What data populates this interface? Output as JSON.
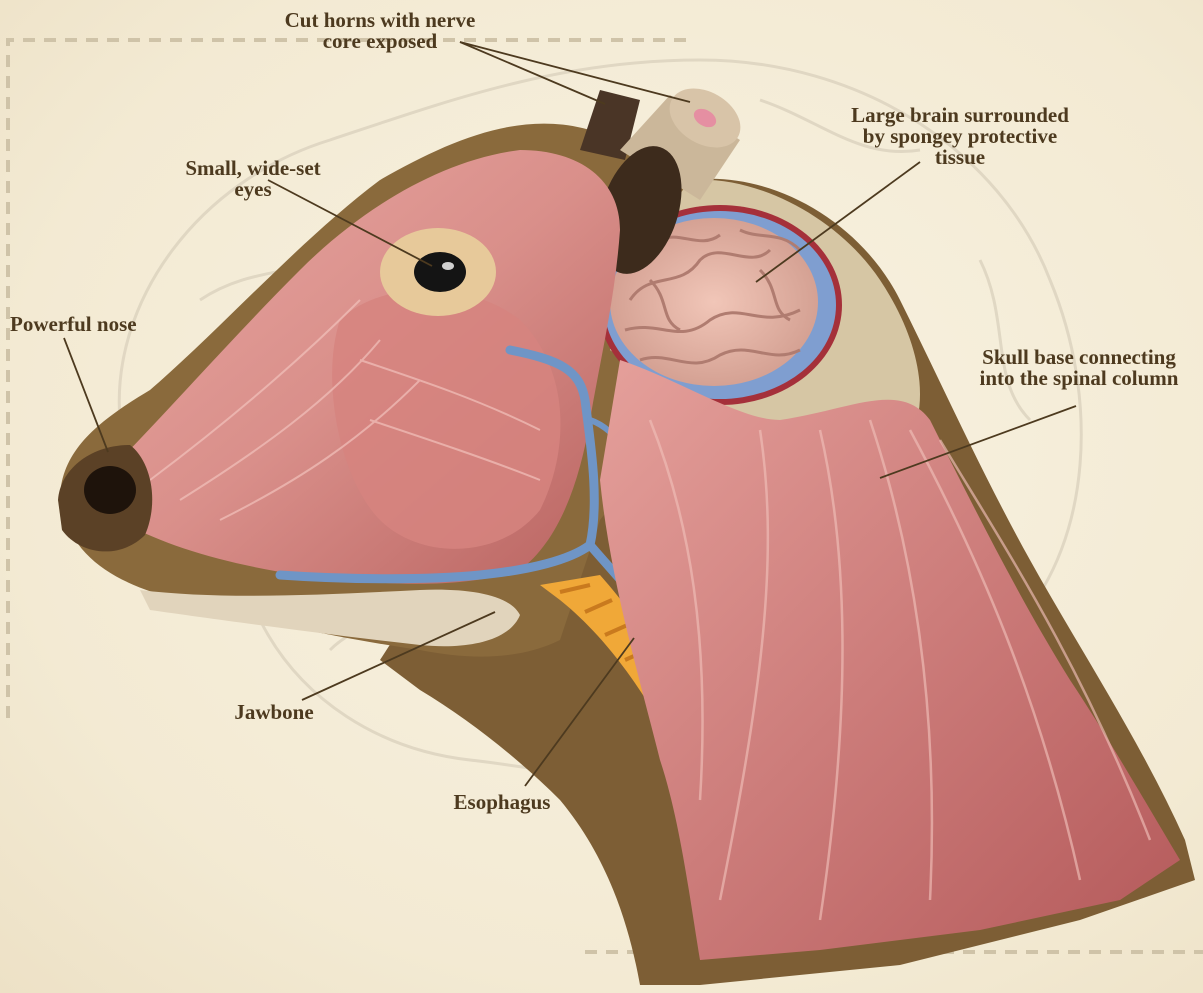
{
  "colors": {
    "label_text": "#4d3a1f",
    "muscle": "#d98f8a",
    "skin": "#8a6a3c",
    "vein": "#6f95c6",
    "esophagus": "#f0a838",
    "brain": "#e8b6a6",
    "bone": "#d7c8a9"
  },
  "labels": {
    "horns": "Cut horns with nerve\ncore exposed",
    "brain": "Large brain surrounded\nby spongey protective\ntissue",
    "eyes": "Small, wide-set\neyes",
    "nose": "Powerful nose",
    "skull_base": "Skull base connecting\ninto the spinal column",
    "jawbone": "Jawbone",
    "esophagus": "Esophagus"
  }
}
